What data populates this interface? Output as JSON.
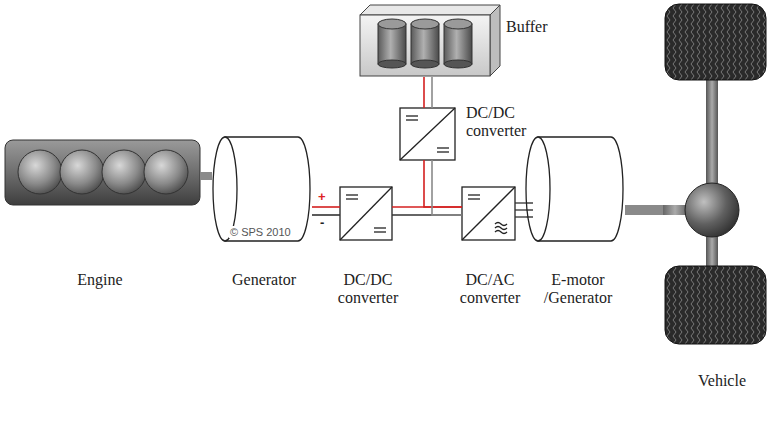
{
  "diagram": {
    "nodes": [
      {
        "text": [
          "Engine"
        ]
      },
      {
        "text": [
          "Generator"
        ]
      },
      {
        "text": [
          "DC/DC converter"
        ]
      },
      {
        "text": [
          "Buffer"
        ]
      },
      {
        "text": [
          "DC/DC converter"
        ]
      },
      {
        "text": [
          "DC/AC converter"
        ]
      },
      {
        "text": [
          "E-motor /Generator"
        ]
      },
      {
        "text": [
          "Vehicle"
        ]
      }
    ],
    "edges": [
      {
        "from": 0,
        "to": 1,
        "arrow": "none"
      },
      {
        "from": 1,
        "to": 2,
        "arrow": "none"
      },
      {
        "from": 2,
        "to": 5,
        "arrow": "none"
      },
      {
        "from": 3,
        "to": 4,
        "arrow": "none"
      },
      {
        "from": 4,
        "to": 5,
        "arrow": "none"
      },
      {
        "from": 5,
        "to": 6,
        "arrow": "none"
      },
      {
        "from": 6,
        "to": 7,
        "arrow": "none"
      }
    ],
    "labels": [
      "+",
      "-",
      "© SPS 2010"
    ]
  }
}
